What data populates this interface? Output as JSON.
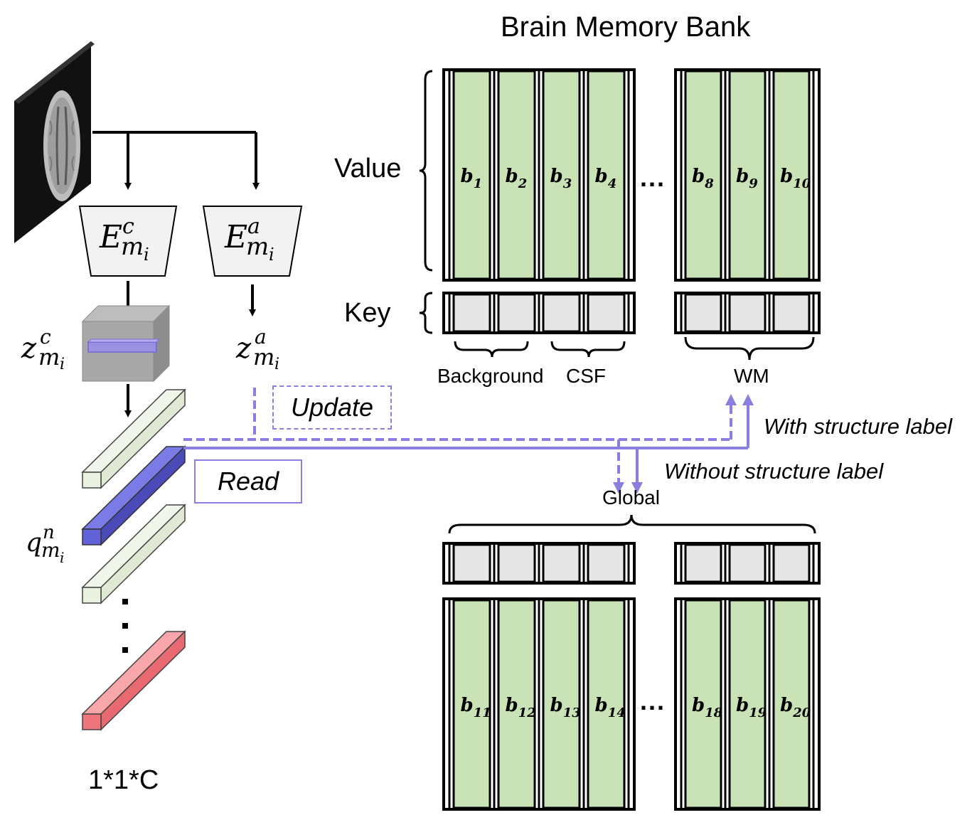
{
  "title": "Brain Memory Bank",
  "labels": {
    "value": "Value",
    "key": "Key",
    "background": "Background",
    "csf": "CSF",
    "wm": "WM",
    "global": "Global",
    "with_label": "With structure label",
    "without_label": "Without structure label",
    "update": "Update",
    "read": "Read",
    "dims": "1*1*C",
    "ellipsis": "..."
  },
  "math": {
    "enc_c": {
      "base": "E",
      "sup": "c",
      "sub": "m",
      "subsub": "i"
    },
    "enc_a": {
      "base": "E",
      "sup": "a",
      "sub": "m",
      "subsub": "i"
    },
    "z_c": {
      "base": "z",
      "sup": "c",
      "sub": "m",
      "subsub": "i"
    },
    "z_a": {
      "base": "z",
      "sup": "a",
      "sub": "m",
      "subsub": "i"
    },
    "q_n": {
      "base": "q",
      "sup": "n",
      "sub": "m",
      "subsub": "i"
    }
  },
  "top_slots": [
    "b",
    "b",
    "b",
    "b",
    "b",
    "b",
    "b"
  ],
  "top_slot_indices": [
    "1",
    "2",
    "3",
    "4",
    "8",
    "9",
    "10"
  ],
  "bottom_slot_indices": [
    "11",
    "12",
    "13",
    "14",
    "18",
    "19",
    "20"
  ],
  "colors": {
    "slot_fill": "#c9e3b6",
    "key_fill": "#e6e6e6",
    "accent": "#8a7fe0",
    "query_blue": "#6a6ae0",
    "query_red": "#f0757a",
    "query_green": "#e2eed8"
  },
  "icons": [
    "brain-mri-icon",
    "cube-icon"
  ]
}
